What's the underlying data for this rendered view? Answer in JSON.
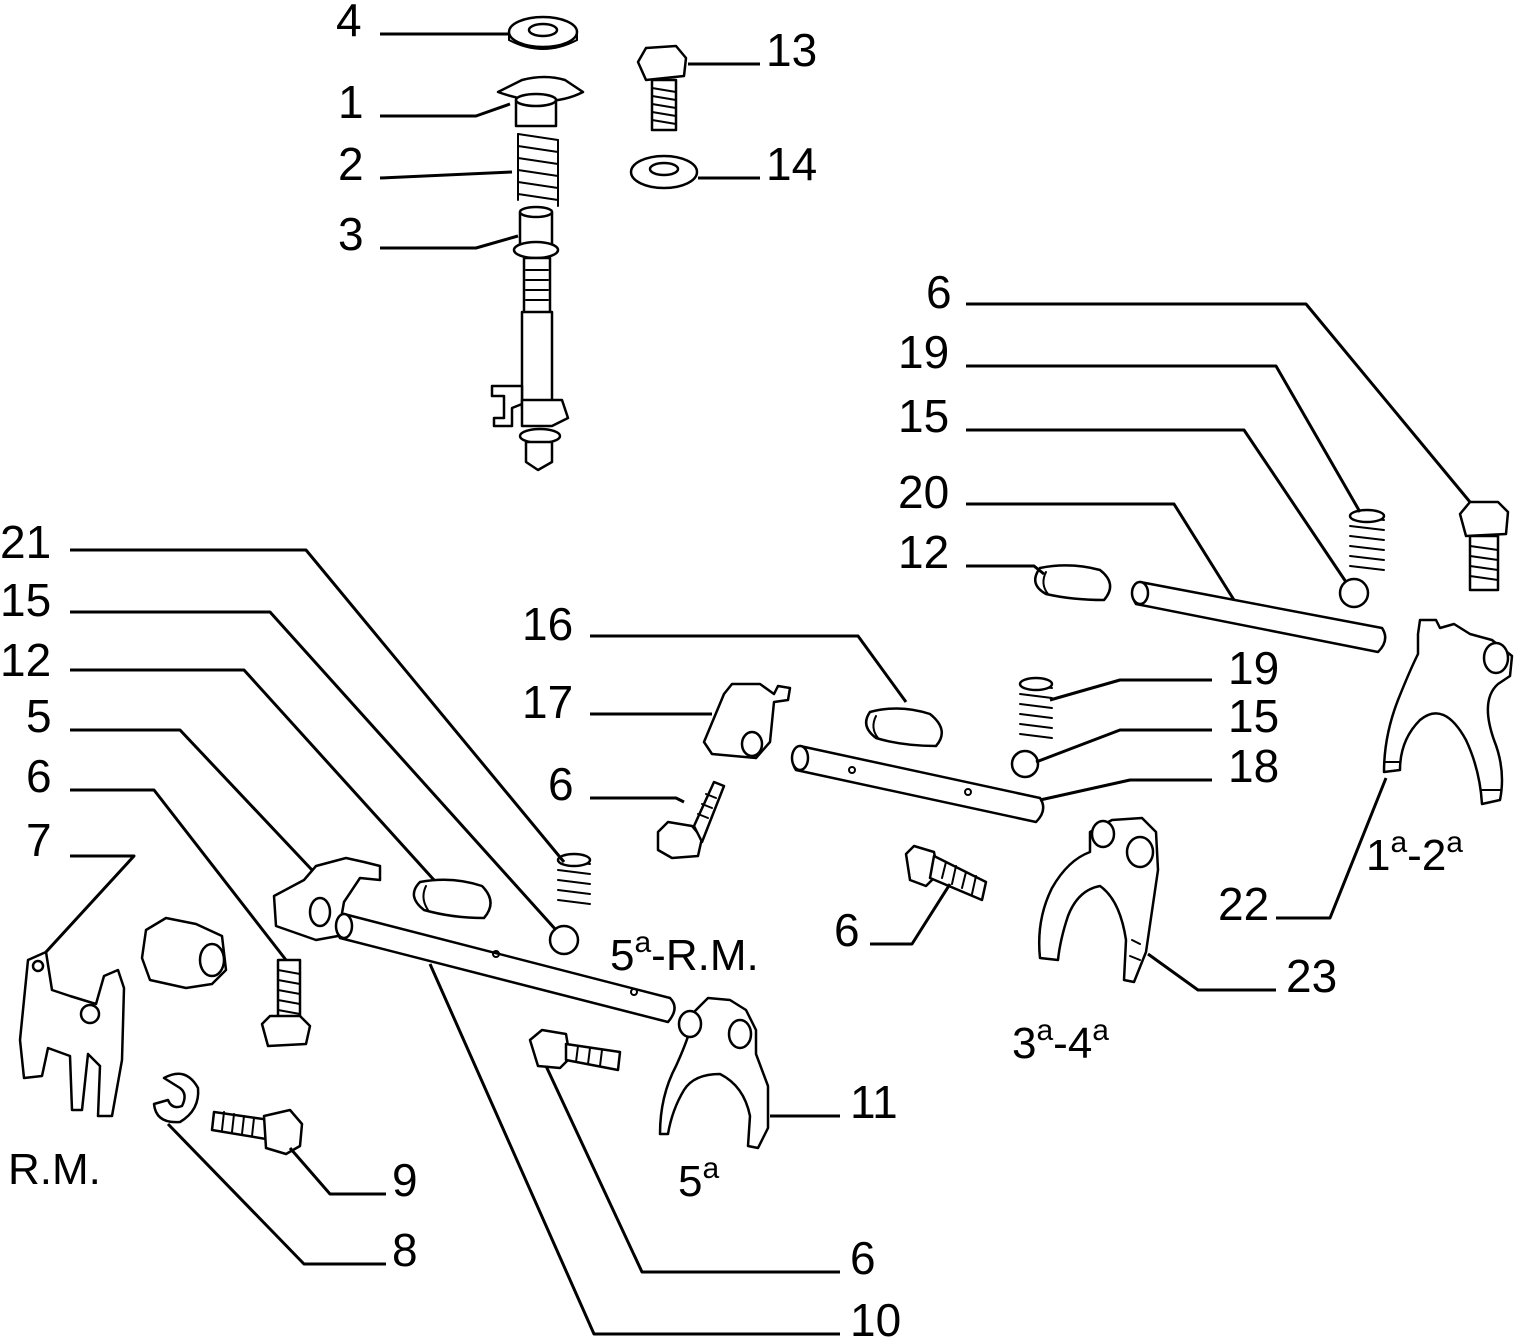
{
  "callouts": {
    "c4": "4",
    "c1": "1",
    "c2": "2",
    "c3": "3",
    "c13": "13",
    "c14": "14",
    "c6_a": "6",
    "c19_a": "19",
    "c15_a": "15",
    "c20": "20",
    "c12_a": "12",
    "c16": "16",
    "c17": "17",
    "c6_b": "6",
    "c19_b": "19",
    "c15_b": "15",
    "c18": "18",
    "c21": "21",
    "c15_c": "15",
    "c12_b": "12",
    "c5": "5",
    "c6_c": "6",
    "c7": "7",
    "c6_d": "6",
    "c11": "11",
    "c9": "9",
    "c8": "8",
    "c6_e": "6",
    "c10": "10",
    "c22": "22",
    "c23": "23"
  },
  "captions": {
    "fifth_rm": {
      "main": "5",
      "sup": "a",
      "tail": "-R.M."
    },
    "fifth": {
      "main": "5",
      "sup": "a"
    },
    "third_fourth": {
      "main1": "3",
      "sup1": "a",
      "dash": "-4",
      "sup2": "a"
    },
    "first_second": {
      "main1": "1",
      "sup1": "a",
      "dash": "-2",
      "sup2": "a"
    },
    "rm": "R.M."
  }
}
